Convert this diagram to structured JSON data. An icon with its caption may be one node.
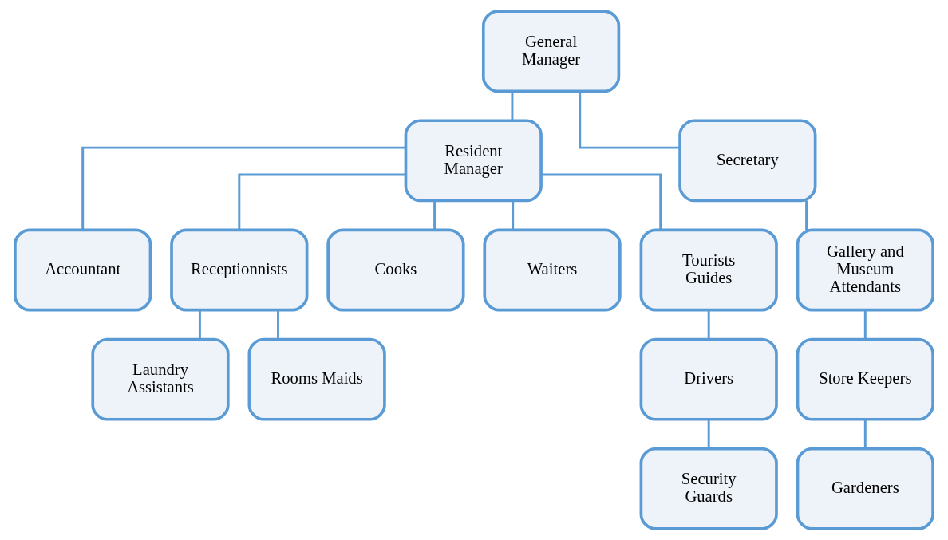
{
  "diagram": {
    "nodes": [
      {
        "text": [
          "General Manager"
        ]
      },
      {
        "text": [
          "Resident Manager"
        ]
      },
      {
        "text": [
          "Secretary"
        ]
      },
      {
        "text": [
          "Accountant"
        ]
      },
      {
        "text": [
          "Receptionnists"
        ]
      },
      {
        "text": [
          "Cooks"
        ]
      },
      {
        "text": [
          "Waiters"
        ]
      },
      {
        "text": [
          "Tourists Guides"
        ]
      },
      {
        "text": [
          "Gallery and Museum Attendants"
        ]
      },
      {
        "text": [
          "Laundry Assistants"
        ]
      },
      {
        "text": [
          "Rooms Maids"
        ]
      },
      {
        "text": [
          "Drivers"
        ]
      },
      {
        "text": [
          "Store Keepers"
        ]
      },
      {
        "text": [
          "Security Guards"
        ]
      },
      {
        "text": [
          "Gardeners"
        ]
      }
    ],
    "edges": [
      {
        "from": 0,
        "to": 1,
        "arrow": "none"
      },
      {
        "from": 0,
        "to": 2,
        "arrow": "none"
      },
      {
        "from": 1,
        "to": 3,
        "arrow": "none"
      },
      {
        "from": 1,
        "to": 4,
        "arrow": "none"
      },
      {
        "from": 1,
        "to": 5,
        "arrow": "none"
      },
      {
        "from": 1,
        "to": 6,
        "arrow": "none"
      },
      {
        "from": 1,
        "to": 7,
        "arrow": "none"
      },
      {
        "from": 2,
        "to": 8,
        "arrow": "none"
      },
      {
        "from": 4,
        "to": 9,
        "arrow": "none"
      },
      {
        "from": 4,
        "to": 10,
        "arrow": "none"
      },
      {
        "from": 7,
        "to": 11,
        "arrow": "none"
      },
      {
        "from": 8,
        "to": 12,
        "arrow": "none"
      },
      {
        "from": 11,
        "to": 13,
        "arrow": "none"
      },
      {
        "from": 12,
        "to": 14,
        "arrow": "none"
      }
    ]
  }
}
